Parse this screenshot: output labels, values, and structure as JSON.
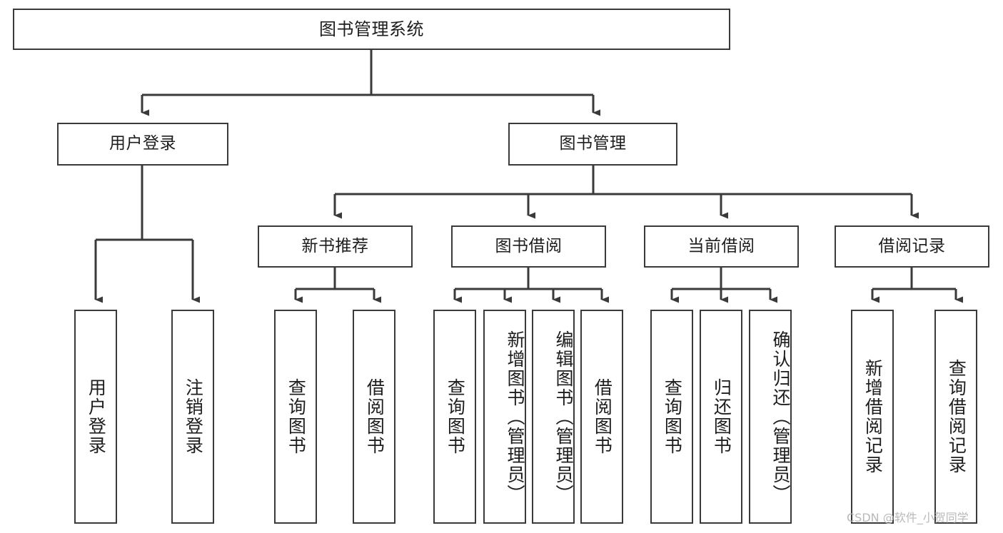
{
  "diagram": {
    "title": "图书管理系统",
    "type": "tree-hierarchy",
    "root": {
      "label": "图书管理系统"
    },
    "level1": [
      {
        "label": "用户登录"
      },
      {
        "label": "图书管理"
      }
    ],
    "level2": [
      {
        "label": "新书推荐",
        "parent": "图书管理"
      },
      {
        "label": "图书借阅",
        "parent": "图书管理"
      },
      {
        "label": "当前借阅",
        "parent": "图书管理"
      },
      {
        "label": "借阅记录",
        "parent": "图书管理"
      }
    ],
    "leaves": {
      "user_login": [
        {
          "label": "用户登录"
        },
        {
          "label": "注销登录"
        }
      ],
      "new_book_recommend": [
        {
          "label": "查询图书"
        },
        {
          "label": "借阅图书"
        }
      ],
      "book_borrow": [
        {
          "label": "查询图书"
        },
        {
          "label": "新增图书（管理员）"
        },
        {
          "label": "编辑图书（管理员）"
        },
        {
          "label": "借阅图书"
        }
      ],
      "current_borrow": [
        {
          "label": "查询图书"
        },
        {
          "label": "归还图书"
        },
        {
          "label": "确认归还（管理员）"
        }
      ],
      "borrow_record": [
        {
          "label": "新增借阅记录"
        },
        {
          "label": "查询借阅记录"
        }
      ]
    }
  },
  "watermark": {
    "text": "CSDN @软件_小贺同学"
  },
  "colors": {
    "stroke": "#3a3a3a",
    "fill": "#ffffff",
    "text": "#1d1d1d",
    "watermark": "#b9b9b9"
  }
}
